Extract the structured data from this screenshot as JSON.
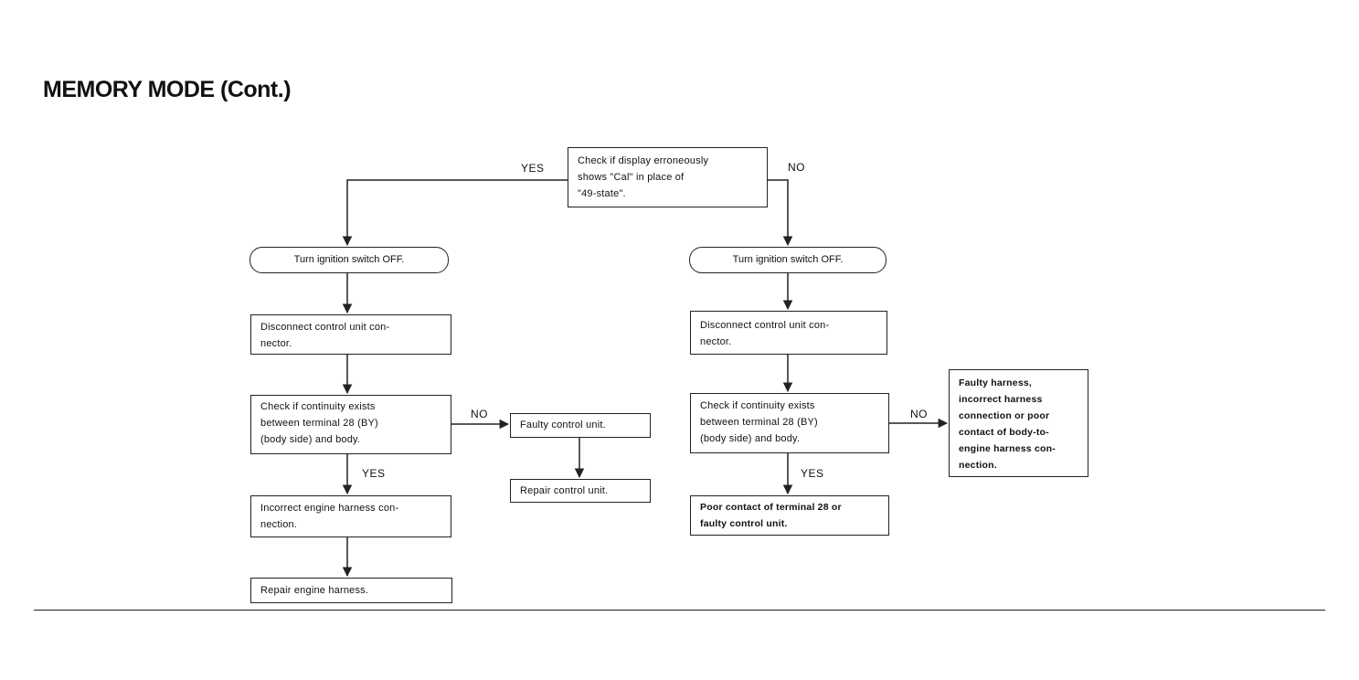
{
  "title": "MEMORY MODE (Cont.)",
  "start": {
    "lines": [
      "Check if display erroneously",
      "shows \"Cal\" in place of",
      "\"49-state\"."
    ]
  },
  "labels": {
    "yes": "YES",
    "no": "NO"
  },
  "left": {
    "ignition": "Turn ignition switch OFF.",
    "disconnect": [
      "Disconnect control unit con-",
      "nector."
    ],
    "check": [
      "Check if continuity exists",
      "between terminal 28 (BY)",
      "(body side) and body."
    ],
    "faulty": "Faulty control unit.",
    "repair_unit": "Repair control unit.",
    "incorrect": [
      "Incorrect engine harness con-",
      "nection."
    ],
    "repair_harness": "Repair engine harness."
  },
  "right": {
    "ignition": "Turn ignition switch OFF.",
    "disconnect": [
      "Disconnect control unit con-",
      "nector."
    ],
    "check": [
      "Check if continuity exists",
      "between terminal 28 (BY)",
      "(body side) and body."
    ],
    "faulty_harness": [
      "Faulty harness,",
      "incorrect harness",
      "connection or poor",
      "contact of body-to-",
      "engine harness con-",
      "nection."
    ],
    "poor_contact": [
      "Poor contact of terminal 28 or",
      "faulty control unit."
    ]
  }
}
